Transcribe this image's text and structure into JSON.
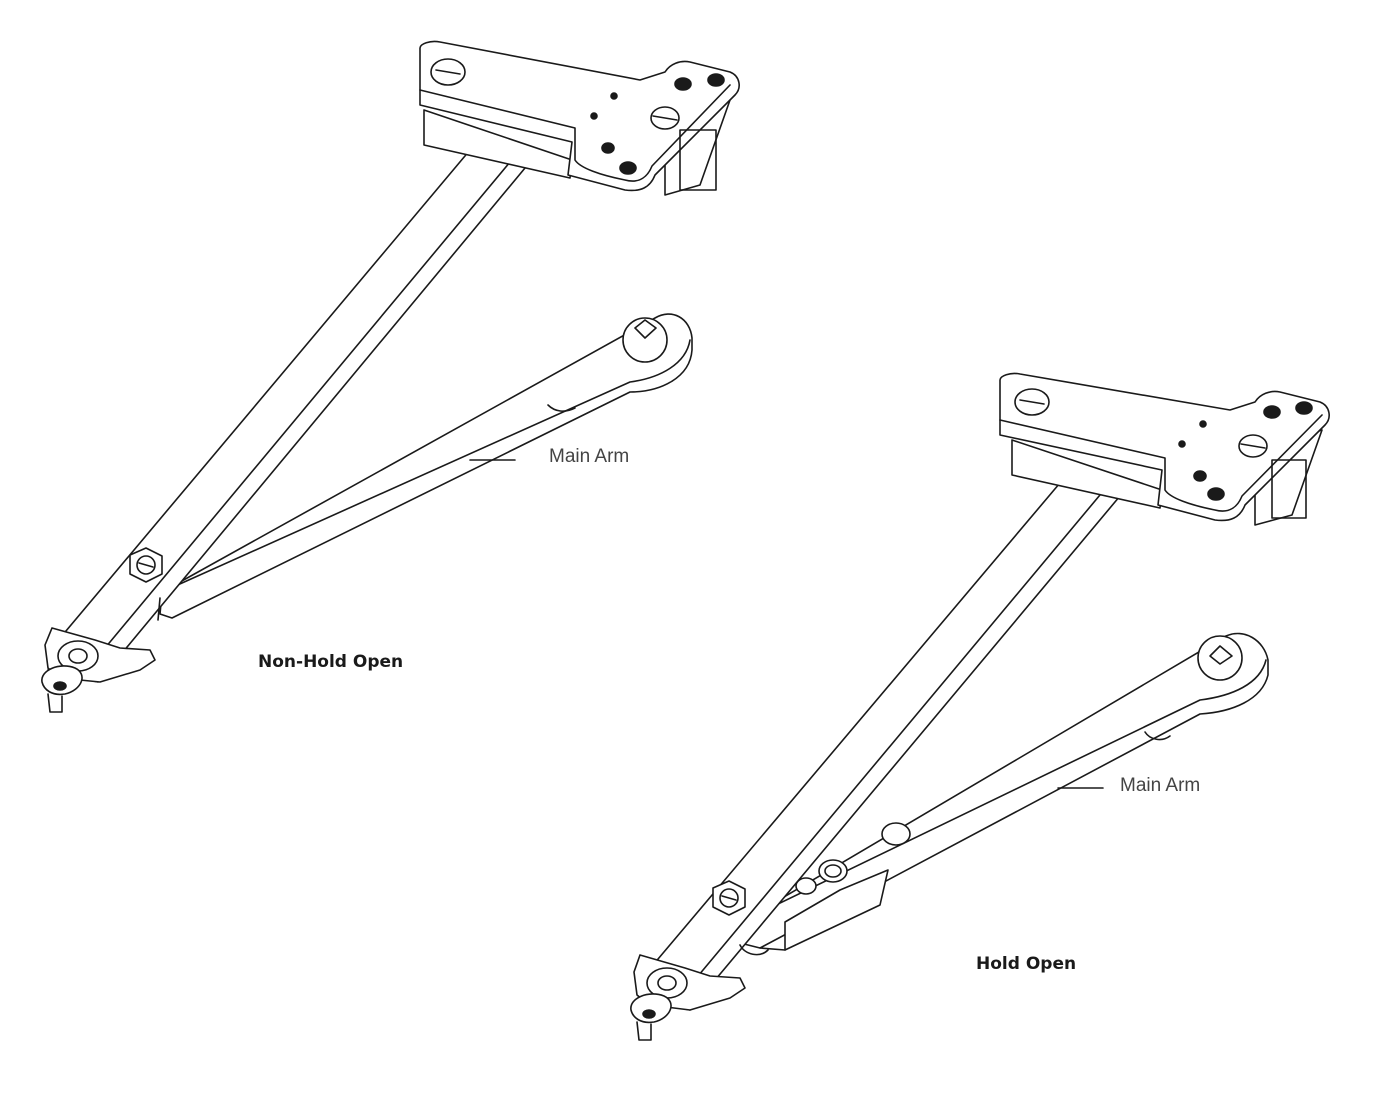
{
  "diagrams": [
    {
      "title": "Non-Hold Open",
      "callout": "Main Arm"
    },
    {
      "title": "Hold Open",
      "callout": "Main Arm"
    }
  ],
  "colors": {
    "line": "#1a1a1a",
    "background": "#ffffff",
    "callout_text": "#444444"
  }
}
